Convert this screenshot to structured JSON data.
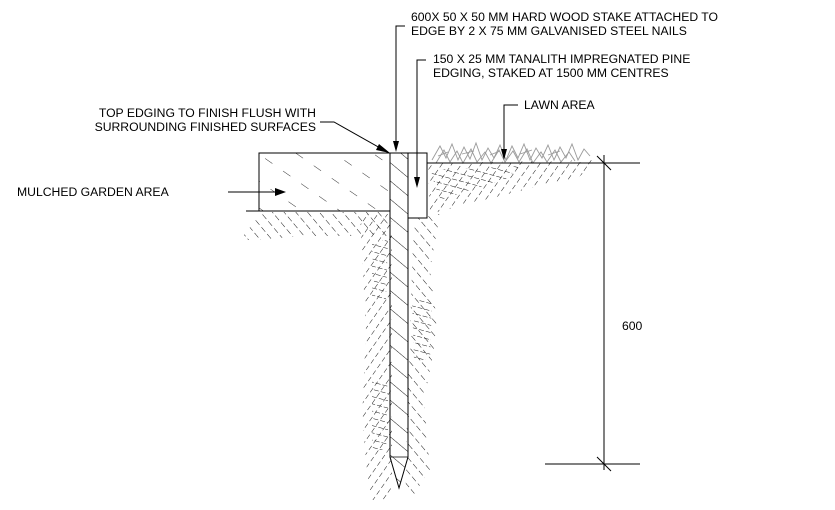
{
  "labels": {
    "stake_line1": "600X 50 X 50 MM HARD WOOD STAKE ATTACHED TO",
    "stake_line2": "EDGE BY  2 X 75 MM GALVANISED STEEL NAILS",
    "edging_line1": "150 X 25 MM TANALITH IMPREGNATED PINE",
    "edging_line2": "EDGING, STAKED AT 1500 MM CENTRES",
    "top_line1": "TOP EDGING TO FINISH FLUSH WITH",
    "top_line2": "SURROUNDING FINISHED SURFACES",
    "lawn": "LAWN AREA",
    "mulch": "MULCHED GARDEN AREA",
    "dimension": "600"
  }
}
